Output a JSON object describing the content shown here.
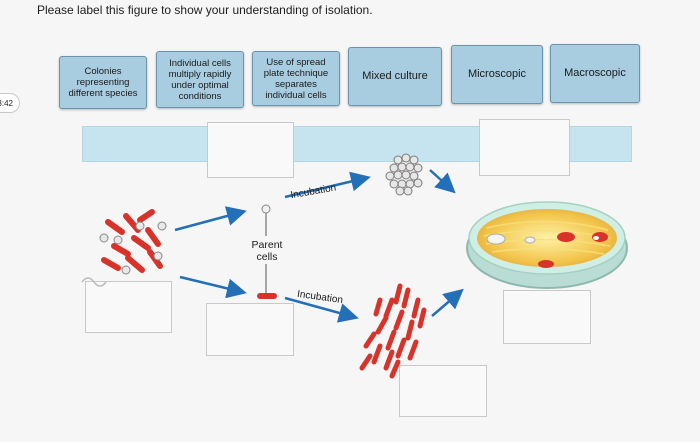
{
  "question": "Please label this figure to show your understanding of isolation.",
  "timer": "3:42",
  "labels": {
    "colonies": "Colonies representing different species",
    "individual_cells": "Individual cells multiply rapidly under optimal conditions",
    "spread_plate": "Use of spread plate technique separates individual cells",
    "mixed_culture": "Mixed culture",
    "microscopic": "Microscopic",
    "macroscopic": "Macroscopic"
  },
  "figure": {
    "incubation_top": "Incubation",
    "incubation_bottom": "Incubation",
    "parent_cells": "Parent cells"
  },
  "colors": {
    "chip": "#a8cde0",
    "band": "#c6e4ef",
    "arrow": "#2470b8",
    "rod_red": "#d8332b"
  }
}
